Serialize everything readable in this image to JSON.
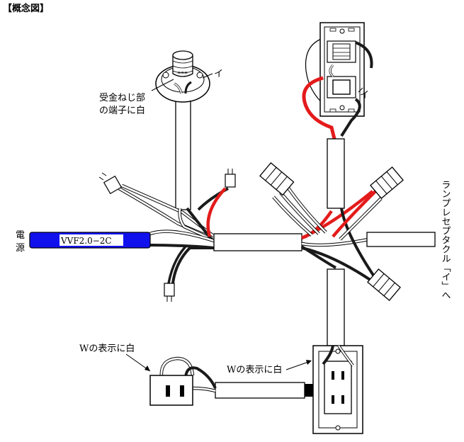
{
  "title": "【概念図】",
  "labels": {
    "lamp_terminal_line1": "受金ねじ部",
    "lamp_terminal_line2": "の端子に白",
    "lamp_i": "イ",
    "switch_i": "イ",
    "power_char1": "電",
    "power_char2": "源",
    "cable_vvf": "VVF2.0−2C",
    "right_vertical": "ランプレセプタクル「イ」へ",
    "w_left": "Wの表示に白",
    "w_center": "Wの表示に白"
  },
  "colors": {
    "wire_black": "#1a1a1a",
    "wire_red": "#e41b1b",
    "wire_white": "#ffffff",
    "cable_blue": "#1111ee",
    "outline": "#000000"
  }
}
